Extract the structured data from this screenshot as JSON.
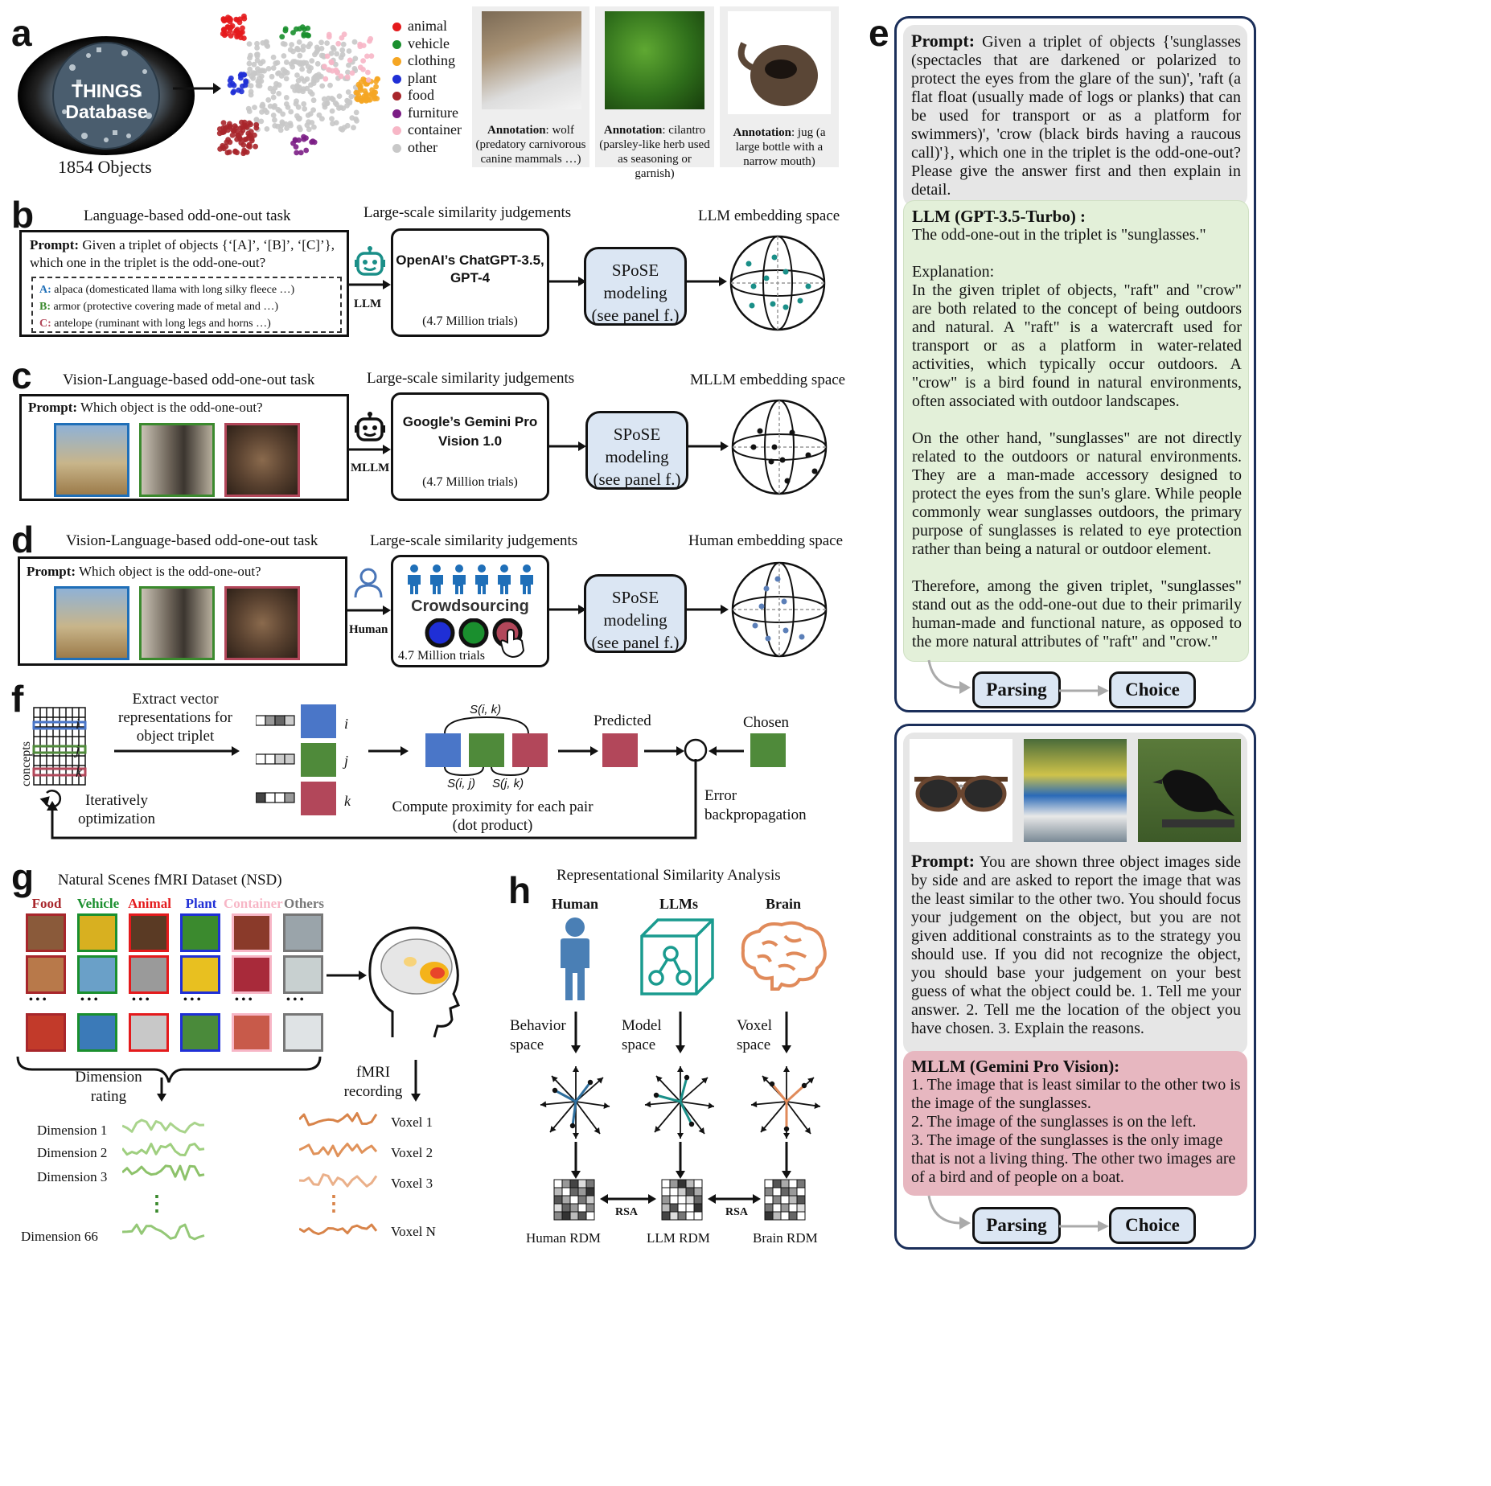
{
  "panels": {
    "a": "a",
    "b": "b",
    "c": "c",
    "d": "d",
    "e": "e",
    "f": "f",
    "g": "g",
    "h": "h"
  },
  "a": {
    "db_line1": "THINGS",
    "db_line2": "Database",
    "caption": "1854 Objects",
    "legend": [
      {
        "label": "animal",
        "color": "#e41a1c"
      },
      {
        "label": "vehicle",
        "color": "#1a8f2e"
      },
      {
        "label": "clothing",
        "color": "#f5a623"
      },
      {
        "label": "plant",
        "color": "#1f2fd6"
      },
      {
        "label": "food",
        "color": "#a8262b"
      },
      {
        "label": "furniture",
        "color": "#7b1d85"
      },
      {
        "label": "container",
        "color": "#f7b6c6"
      },
      {
        "label": "other",
        "color": "#c8c8c8"
      }
    ],
    "annotations": [
      {
        "key": "Annotation",
        "text": ": wolf (predatory carnivorous canine mammals …)"
      },
      {
        "key": "Annotation",
        "text": ": cilantro (parsley-like herb used as seasoning or garnish)"
      },
      {
        "key": "Annotation",
        "text": ": jug (a large bottle with a narrow mouth)"
      }
    ]
  },
  "b": {
    "task_title": "Language-based odd-one-out task",
    "prompt_key": "Prompt:",
    "prompt_text": " Given a triplet of objects {‘[A]’, ‘[B]’, ‘[C]’}, which one in the triplet is the odd-one-out?",
    "options": [
      {
        "key": "A:",
        "text": " alpaca (domesticated llama with long silky fleece …)",
        "color": "#1f6fb8"
      },
      {
        "key": "B:",
        "text": " armor (protective covering made of metal and …)",
        "color": "#3b8a2e"
      },
      {
        "key": "C:",
        "text": " antelope (ruminant with long legs and horns …)",
        "color": "#b2475a"
      }
    ],
    "agent": "LLM",
    "judgements_title": "Large-scale similarity judgements",
    "model_line1": "OpenAI’s ChatGPT-3.5,",
    "model_line2": "GPT-4",
    "trials": "(4.7 Million trials)",
    "spose_line1": "SPoSE",
    "spose_line2": "modeling",
    "spose_line3": "(see panel f.)",
    "space_title": "LLM embedding space"
  },
  "c": {
    "task_title": "Vision-Language-based odd-one-out task",
    "prompt_key": "Prompt:",
    "prompt_text": " Which object is the odd-one-out?",
    "agent": "MLLM",
    "judgements_title": "Large-scale similarity judgements",
    "model_line1": "Google’s Gemini  Pro",
    "model_line2": "Vision 1.0",
    "trials": "(4.7 Million trials)",
    "spose_line1": "SPoSE",
    "spose_line2": "modeling",
    "spose_line3": "(see panel f.)",
    "space_title": "MLLM embedding space"
  },
  "d": {
    "task_title": "Vision-Language-based odd-one-out task",
    "prompt_key": "Prompt:",
    "prompt_text": " Which object is the odd-one-out?",
    "agent": "Human",
    "judgements_title": "Large-scale similarity judgements",
    "crowd": "Crowdsourcing",
    "trials": "4.7 Million trials",
    "spose_line1": "SPoSE",
    "spose_line2": "modeling",
    "spose_line3": "(see panel f.)",
    "space_title": "Human embedding space"
  },
  "f": {
    "axis": "concepts",
    "i": "i",
    "j": "j",
    "k": "k",
    "extract_line1": "Extract vector",
    "extract_line2": "representations for",
    "extract_line3": "object triplet",
    "iter_line1": "Iteratively",
    "iter_line2": "optimization",
    "s_ik": "S(i, k)",
    "s_ij": "S(i, j)",
    "s_jk": "S(j, k)",
    "compute_line1": "Compute proximity for each pair",
    "compute_line2": "(dot product)",
    "predicted": "Predicted",
    "chosen": "Chosen",
    "error_line1": "Error",
    "error_line2": "backpropagation"
  },
  "g": {
    "title": "Natural Scenes fMRI Dataset (NSD)",
    "categories": [
      {
        "label": "Food",
        "color": "#a8262b"
      },
      {
        "label": "Vehicle",
        "color": "#1a8f2e"
      },
      {
        "label": "Animal",
        "color": "#e41a1c"
      },
      {
        "label": "Plant",
        "color": "#1f2fd6"
      },
      {
        "label": "Container",
        "color": "#f7b6c6"
      },
      {
        "label": "Others",
        "color": "#777777"
      }
    ],
    "ellipsis": "• • •",
    "dim_rating_line1": "Dimension",
    "dim_rating_line2": "rating",
    "fmri_line1": "fMRI",
    "fmri_line2": "recording",
    "dimensions": [
      "Dimension 1",
      "Dimension 2",
      "Dimension 3",
      "Dimension 66"
    ],
    "voxels": [
      "Voxel 1",
      "Voxel 2",
      "Voxel 3",
      "Voxel N"
    ],
    "vdots": "⋮"
  },
  "h": {
    "title": "Representational Similarity Analysis",
    "cols": [
      {
        "head": "Human",
        "space1": "Behavior",
        "space2": "space",
        "rdm": "Human RDM"
      },
      {
        "head": "LLMs",
        "space1": "Model",
        "space2": "space",
        "rdm": "LLM RDM"
      },
      {
        "head": "Brain",
        "space1": "Voxel",
        "space2": "space",
        "rdm": "Brain RDM"
      }
    ],
    "rsa": "RSA"
  },
  "e": {
    "prompt_key": "Prompt:",
    "prompt_text": " Given a triplet of objects {'sunglasses (spectacles that are darkened or polarized to protect the eyes from the glare of the sun)', 'raft (a flat float (usually made of logs or planks) that can be used for transport or as a platform for swimmers)', 'crow (black birds having a raucous call)'}, which one in the triplet is the odd-one-out? Please give the answer first and then explain in detail.",
    "llm_title": "LLM (GPT-3.5-Turbo) :",
    "llm_answer": "The odd-one-out in the triplet is \"sunglasses.\"",
    "explanation_head": "Explanation:",
    "explanation_p1": "In the given triplet of objects, \"raft\" and \"crow\" are both related to the concept of being outdoors and natural. A \"raft\" is a watercraft used for transport or as a platform in water-related activities, which typically occur outdoors. A \"crow\" is a bird found in natural environments, often associated with outdoor landscapes.",
    "explanation_p2": "On the other hand, \"sunglasses\" are not directly related to the outdoors or natural environments. They are a man-made accessory designed to protect the eyes from the sun's glare. While people commonly wear sunglasses outdoors, the primary purpose of sunglasses is related to eye protection rather than being a natural or outdoor element.",
    "explanation_p3": "Therefore, among the given triplet, \"sunglasses\" stand out as the odd-one-out due to their primarily human-made and functional nature, as opposed to the more natural attributes of \"raft\" and \"crow.\"",
    "parsing": "Parsing",
    "choice": "Choice",
    "prompt2_key": "Prompt:",
    "prompt2_text": " You are shown three object images side by side and are asked to report the image that was the least similar to the other two. You should focus your judgement on the object, but you are not given additional constraints as to the strategy you should use. If you did not recognize the object, you should base your judgement on your best guess of what the object could be. 1. Tell me your answer. 2. Tell me the location of the object you have chosen. 3. Explain the reasons.",
    "mllm_title": "MLLM (Gemini  Pro Vision):",
    "mllm_l1": "1. The image that is least similar to the other two is the image of the sunglasses.",
    "mllm_l2": "2. The image of the sunglasses is on the left.",
    "mllm_l3": "3. The image of the sunglasses is the only image that is not a living thing. The other two images are of a bird and of people on a boat."
  }
}
